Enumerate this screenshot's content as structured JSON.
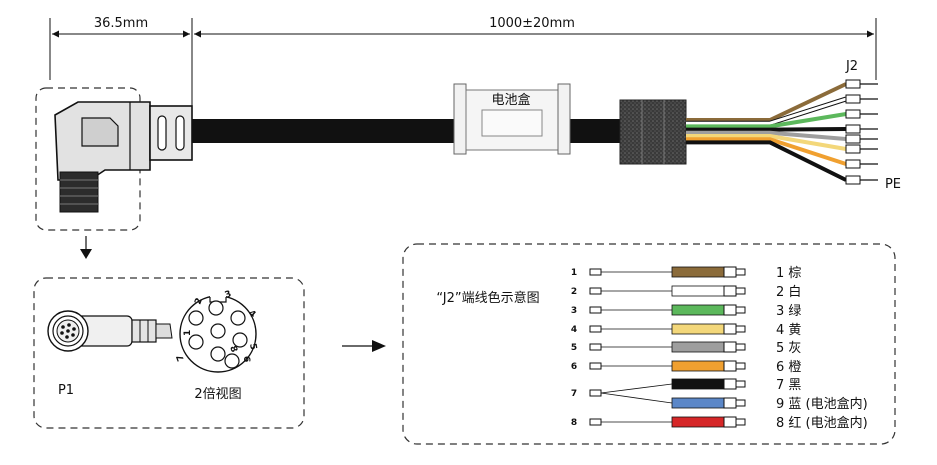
{
  "dimensions": {
    "connector_length": "36.5mm",
    "cable_length": "1000±20mm"
  },
  "labels": {
    "battery_box": "电池盒",
    "j2": "J2",
    "pe": "PE",
    "p1": "P1",
    "magnified_view": "2倍视图",
    "legend_title": "“J2”端线色示意图"
  },
  "face_pins": [
    "2",
    "3",
    "4",
    "5",
    "7",
    "8",
    "1",
    "6"
  ],
  "wires": [
    {
      "pin": "1",
      "label": "1 棕",
      "color": "#8b6b3a"
    },
    {
      "pin": "2",
      "label": "2 白",
      "color": "#ffffff"
    },
    {
      "pin": "3",
      "label": "3 绿",
      "color": "#5cb85c"
    },
    {
      "pin": "4",
      "label": "4 黄",
      "color": "#f3d77a"
    },
    {
      "pin": "5",
      "label": "5 灰",
      "color": "#9e9e9e"
    },
    {
      "pin": "6",
      "label": "6 橙",
      "color": "#f0a030"
    },
    {
      "pin": "7",
      "label": "7 黑",
      "color": "#111111"
    },
    {
      "pin": "",
      "label": "9 蓝 (电池盒内)",
      "color": "#5b87c8"
    },
    {
      "pin": "8",
      "label": "8 红 (电池盒内)",
      "color": "#d62728"
    }
  ]
}
